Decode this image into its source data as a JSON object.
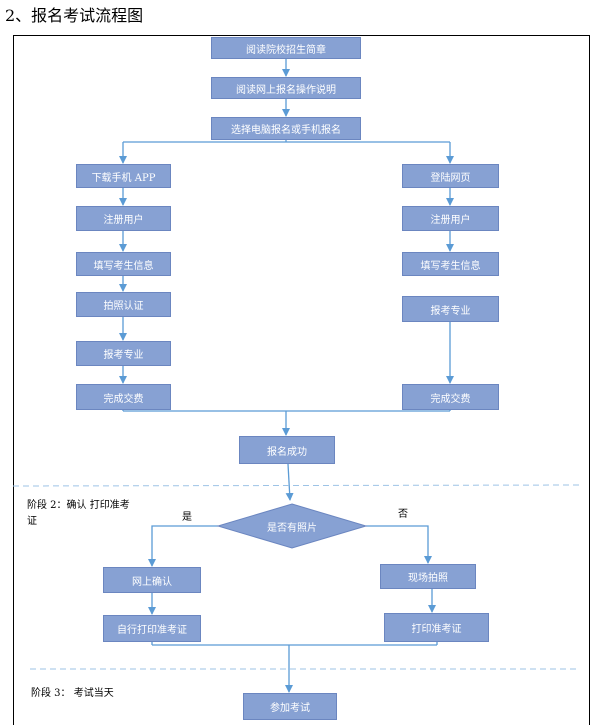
{
  "heading": "2、报名考试流程图",
  "boxes": {
    "read_guide": "阅读院校招生简章",
    "read_online": "阅读网上报名操作说明",
    "choose": "选择电脑报名或手机报名",
    "download_app": "下载手机 APP",
    "login_web": "登陆网页",
    "register_left": "注册用户",
    "register_right": "注册用户",
    "fill_left": "填写考生信息",
    "fill_right": "填写考生信息",
    "photo_auth": "拍照认证",
    "major_left": "报考专业",
    "major_right": "报考专业",
    "pay_left": "完成交费",
    "pay_right": "完成交费",
    "success": "报名成功",
    "has_photo": "是否有照片",
    "online_confirm": "网上确认",
    "onsite_photo": "现场拍照",
    "self_print": "自行打印准考证",
    "print_ticket": "打印准考证",
    "attend_exam": "参加考试"
  },
  "labels": {
    "stage2": "阶段 2：确认  打印准考证",
    "stage3": "阶段 3：  考试当天",
    "yes": "是",
    "no": "否"
  },
  "colors": {
    "box_fill": "#87a1d3",
    "box_border": "#6b86c0",
    "arrow": "#5b9bd5",
    "divider": "#9dc3e6"
  }
}
